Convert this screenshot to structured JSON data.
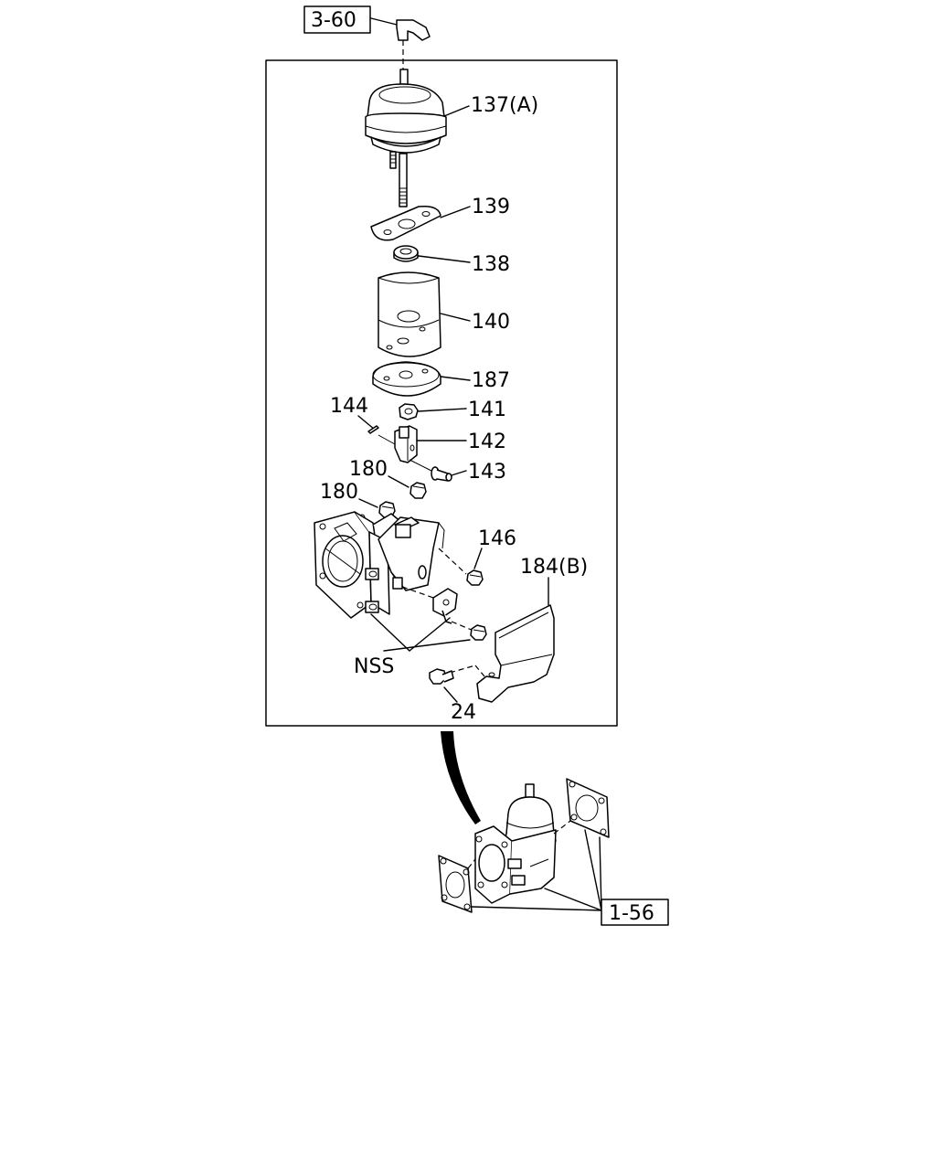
{
  "refs": {
    "top": "3-60",
    "bottom": "1-56"
  },
  "labels": {
    "p137": "137(A)",
    "p139": "139",
    "p138": "138",
    "p140": "140",
    "p187": "187",
    "p144": "144",
    "p141": "141",
    "p142": "142",
    "p180a": "180",
    "p143": "143",
    "p180b": "180",
    "p146": "146",
    "p184": "184(B)",
    "nss": "NSS",
    "p24": "24"
  }
}
